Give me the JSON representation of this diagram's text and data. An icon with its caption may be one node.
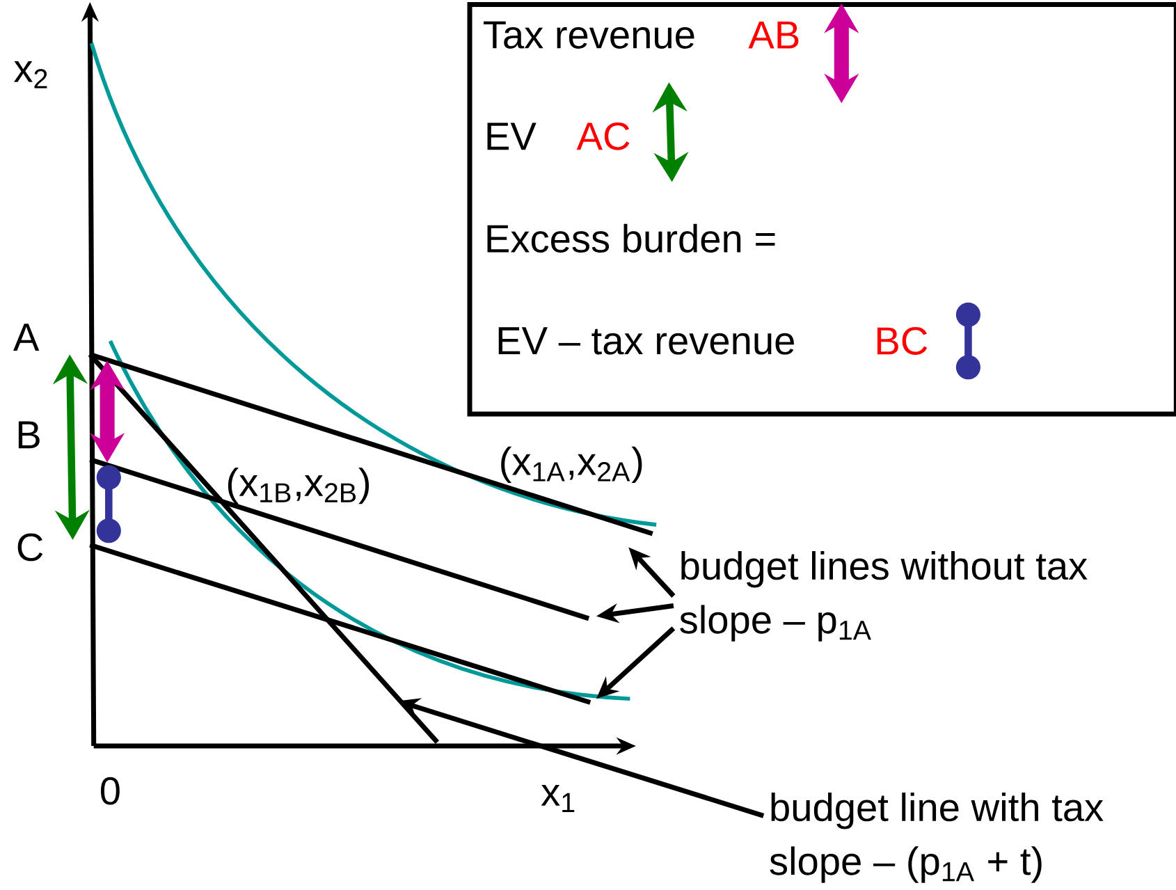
{
  "diagram": {
    "nodes": [
      {
        "text": [
          "Tax revenue",
          "AB",
          "EV",
          "AC",
          "Excess burden =",
          "EV – tax revenue",
          "BC"
        ]
      },
      {
        "text": [
          "budget lines without tax",
          "slope – p$_{1A}$"
        ]
      },
      {
        "text": [
          "budget line with tax",
          "slope – (p$_{1A}$ + t)"
        ]
      }
    ],
    "edges": [
      {
        "from": 1,
        "to": null,
        "arrow": "to"
      },
      {
        "from": 1,
        "to": null,
        "arrow": "to"
      },
      {
        "from": 1,
        "to": null,
        "arrow": "to"
      },
      {
        "from": 2,
        "to": null,
        "arrow": "to"
      }
    ],
    "labels": [
      "x$_{2}$",
      "A",
      "B",
      "C",
      "0",
      "x$_{1}$",
      "(x$_{1B}$,x$_{2B}$)",
      "(x$_{1A}$,x$_{2A}$)"
    ]
  }
}
